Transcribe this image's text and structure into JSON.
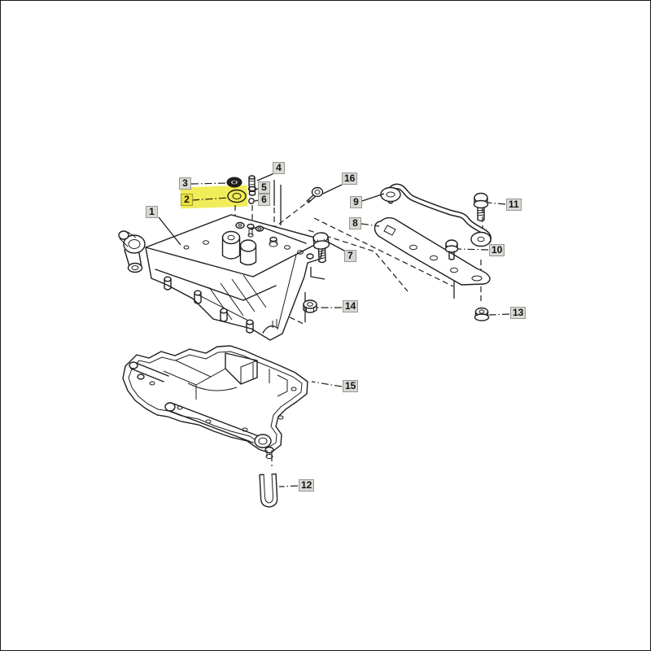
{
  "diagram": {
    "kind": "exploded-parts-diagram",
    "highlighted_callout": "2",
    "colors": {
      "background": "#ffffff",
      "line": "#1f1f1f",
      "label_bg": "#d9d8d4",
      "label_border": "#97968f",
      "label_text": "#121212",
      "highlight": "#efe93c"
    },
    "callouts": [
      {
        "num": "1"
      },
      {
        "num": "2"
      },
      {
        "num": "3"
      },
      {
        "num": "4"
      },
      {
        "num": "5"
      },
      {
        "num": "6"
      },
      {
        "num": "7"
      },
      {
        "num": "8"
      },
      {
        "num": "9"
      },
      {
        "num": "10"
      },
      {
        "num": "11"
      },
      {
        "num": "12"
      },
      {
        "num": "13"
      },
      {
        "num": "14"
      },
      {
        "num": "15"
      },
      {
        "num": "16"
      }
    ]
  }
}
